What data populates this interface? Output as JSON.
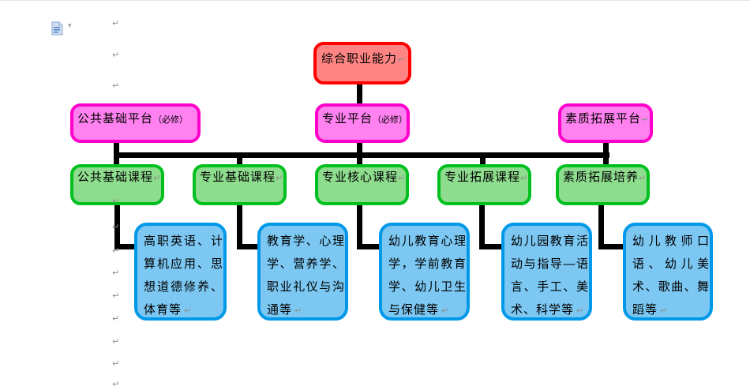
{
  "marks": {
    "pilcrow": "↵",
    "dropdown_glyph": "▾"
  },
  "canvas_icons": {
    "autocorrect_icon": "paste-options-document-icon"
  },
  "colors": {
    "root_fill": "#ff8585",
    "root_border": "#ff0000",
    "platform_fill": "#ff82f0",
    "platform_border": "#ff00cc",
    "course_fill": "#8edc8e",
    "course_border": "#00c020",
    "detail_fill": "#7cc8f3",
    "detail_border": "#0098e8",
    "connector": "#000000"
  },
  "diagram": {
    "root": {
      "label": "综合职业能力"
    },
    "platforms": [
      {
        "label": "公共基础平台",
        "suffix": "（必修）"
      },
      {
        "label": "专业平台",
        "suffix": "（必修）"
      },
      {
        "label": "素质拓展平台",
        "suffix": ""
      }
    ],
    "courses": [
      {
        "label": "公共基础课程"
      },
      {
        "label": "专业基础课程"
      },
      {
        "label": "专业核心课程"
      },
      {
        "label": "专业拓展课程"
      },
      {
        "label": "素质拓展培养"
      }
    ],
    "details": [
      {
        "text": "高职英语、计算机应用、思想道德修养、体育等"
      },
      {
        "text": "教育学、心理学、营养学、职业礼仪与沟通等"
      },
      {
        "text": "幼儿教育心理学，学前教育学、幼儿卫生与保健等"
      },
      {
        "text": "幼儿园教育活动与指导—语言、手工、美术、科学等"
      },
      {
        "text": "幼儿教师口语、幼儿美术、歌曲、舞蹈等"
      }
    ]
  }
}
